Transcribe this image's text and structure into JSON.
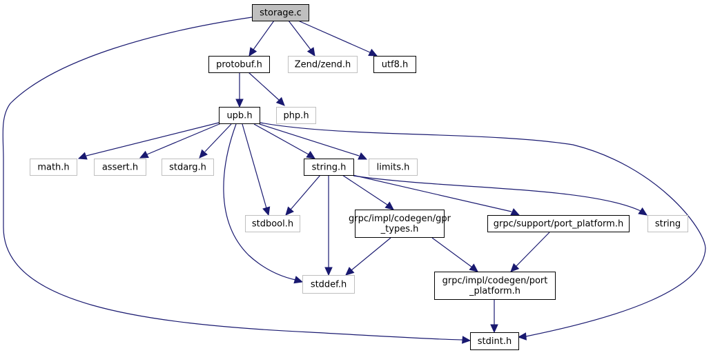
{
  "graph": {
    "title": "storage.c include dependency graph",
    "edge_color": "#191970",
    "root_fill": "#bfbfbf",
    "external_border": "#bfbfbf",
    "nodes": [
      {
        "id": "storage_c",
        "label": [
          "storage.c"
        ],
        "kind": "root"
      },
      {
        "id": "protobuf_h",
        "label": [
          "protobuf.h"
        ],
        "kind": "documented"
      },
      {
        "id": "zend_h",
        "label": [
          "Zend/zend.h"
        ],
        "kind": "external"
      },
      {
        "id": "utf8_h",
        "label": [
          "utf8.h"
        ],
        "kind": "documented"
      },
      {
        "id": "upb_h",
        "label": [
          "upb.h"
        ],
        "kind": "documented"
      },
      {
        "id": "php_h",
        "label": [
          "php.h"
        ],
        "kind": "external"
      },
      {
        "id": "math_h",
        "label": [
          "math.h"
        ],
        "kind": "external"
      },
      {
        "id": "assert_h",
        "label": [
          "assert.h"
        ],
        "kind": "external"
      },
      {
        "id": "stdarg_h",
        "label": [
          "stdarg.h"
        ],
        "kind": "external"
      },
      {
        "id": "string_h",
        "label": [
          "string.h"
        ],
        "kind": "documented"
      },
      {
        "id": "limits_h",
        "label": [
          "limits.h"
        ],
        "kind": "external"
      },
      {
        "id": "stdbool_h",
        "label": [
          "stdbool.h"
        ],
        "kind": "external"
      },
      {
        "id": "gpr_types_h",
        "label": [
          "grpc/impl/codegen/gpr",
          "_types.h"
        ],
        "kind": "documented"
      },
      {
        "id": "support_port_platform_h",
        "label": [
          "grpc/support/port_platform.h"
        ],
        "kind": "documented"
      },
      {
        "id": "string",
        "label": [
          "string"
        ],
        "kind": "external"
      },
      {
        "id": "stddef_h",
        "label": [
          "stddef.h"
        ],
        "kind": "external"
      },
      {
        "id": "codegen_port_platform_h",
        "label": [
          "grpc/impl/codegen/port",
          "_platform.h"
        ],
        "kind": "documented"
      },
      {
        "id": "stdint_h",
        "label": [
          "stdint.h"
        ],
        "kind": "documented"
      }
    ],
    "edges": [
      {
        "from": "storage_c",
        "to": "protobuf_h"
      },
      {
        "from": "storage_c",
        "to": "zend_h"
      },
      {
        "from": "storage_c",
        "to": "utf8_h"
      },
      {
        "from": "storage_c",
        "to": "stdint_h"
      },
      {
        "from": "protobuf_h",
        "to": "upb_h"
      },
      {
        "from": "protobuf_h",
        "to": "php_h"
      },
      {
        "from": "upb_h",
        "to": "math_h"
      },
      {
        "from": "upb_h",
        "to": "assert_h"
      },
      {
        "from": "upb_h",
        "to": "stdarg_h"
      },
      {
        "from": "upb_h",
        "to": "string_h"
      },
      {
        "from": "upb_h",
        "to": "limits_h"
      },
      {
        "from": "upb_h",
        "to": "stdbool_h"
      },
      {
        "from": "upb_h",
        "to": "stddef_h"
      },
      {
        "from": "upb_h",
        "to": "stdint_h"
      },
      {
        "from": "string_h",
        "to": "stdbool_h"
      },
      {
        "from": "string_h",
        "to": "gpr_types_h"
      },
      {
        "from": "string_h",
        "to": "support_port_platform_h"
      },
      {
        "from": "string_h",
        "to": "string"
      },
      {
        "from": "string_h",
        "to": "stddef_h"
      },
      {
        "from": "gpr_types_h",
        "to": "stddef_h"
      },
      {
        "from": "gpr_types_h",
        "to": "codegen_port_platform_h"
      },
      {
        "from": "support_port_platform_h",
        "to": "codegen_port_platform_h"
      },
      {
        "from": "codegen_port_platform_h",
        "to": "stdint_h"
      }
    ]
  }
}
